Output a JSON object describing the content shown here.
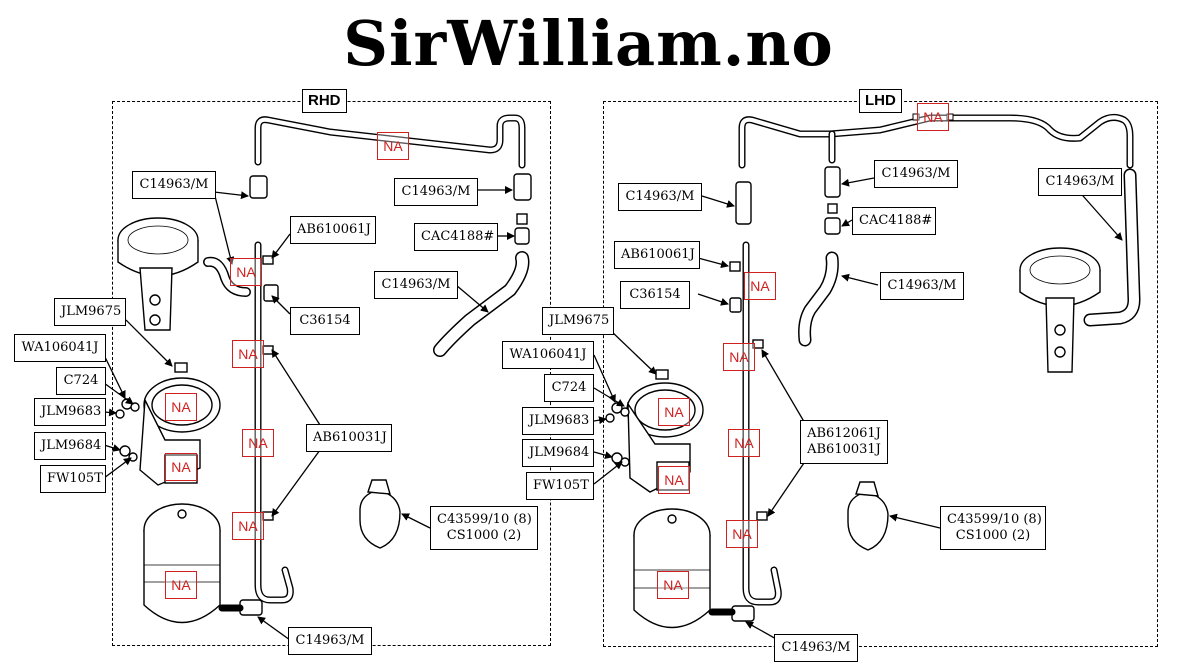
{
  "brand": {
    "title": "SirWilliam.no"
  },
  "panels": {
    "rhd": {
      "title": "RHD",
      "callouts": {
        "c14963_top_left": "C14963/M",
        "ab610061j": "AB610061J",
        "c14963_top_right": "C14963/M",
        "cac4188": "CAC4188#",
        "c14963_hose": "C14963/M",
        "c36154": "C36154",
        "jlm9675": "JLM9675",
        "wa106041j": "WA106041J",
        "c724": "C724",
        "jlm9683": "JLM9683",
        "jlm9684": "JLM9684",
        "fw105t": "FW105T",
        "ab610031j": "AB610031J",
        "clip_line1": "C43599/10 (8)",
        "clip_line2": "CS1000 (2)",
        "c14963_bottom": "C14963/M"
      },
      "na_marks": [
        "NA",
        "NA",
        "NA",
        "NA",
        "NA",
        "NA",
        "NA",
        "NA"
      ]
    },
    "lhd": {
      "title": "LHD",
      "callouts": {
        "c14963_top_mid": "C14963/M",
        "c14963_left": "C14963/M",
        "c14963_right": "C14963/M",
        "cac4188": "CAC4188#",
        "ab610061j": "AB610061J",
        "c14963_hose": "C14963/M",
        "c36154": "C36154",
        "jlm9675": "JLM9675",
        "wa106041j": "WA106041J",
        "c724": "C724",
        "jlm9683": "JLM9683",
        "jlm9684": "JLM9684",
        "fw105t": "FW105T",
        "ab_line1": "AB612061J",
        "ab_line2": "AB610031J",
        "clip_line1": "C43599/10 (8)",
        "clip_line2": "CS1000 (2)",
        "c14963_bottom": "C14963/M"
      },
      "na_marks": [
        "NA",
        "NA",
        "NA",
        "NA",
        "NA",
        "NA",
        "NA",
        "NA"
      ]
    }
  },
  "colors": {
    "na_mark": "#d02020",
    "ink": "#000000"
  }
}
